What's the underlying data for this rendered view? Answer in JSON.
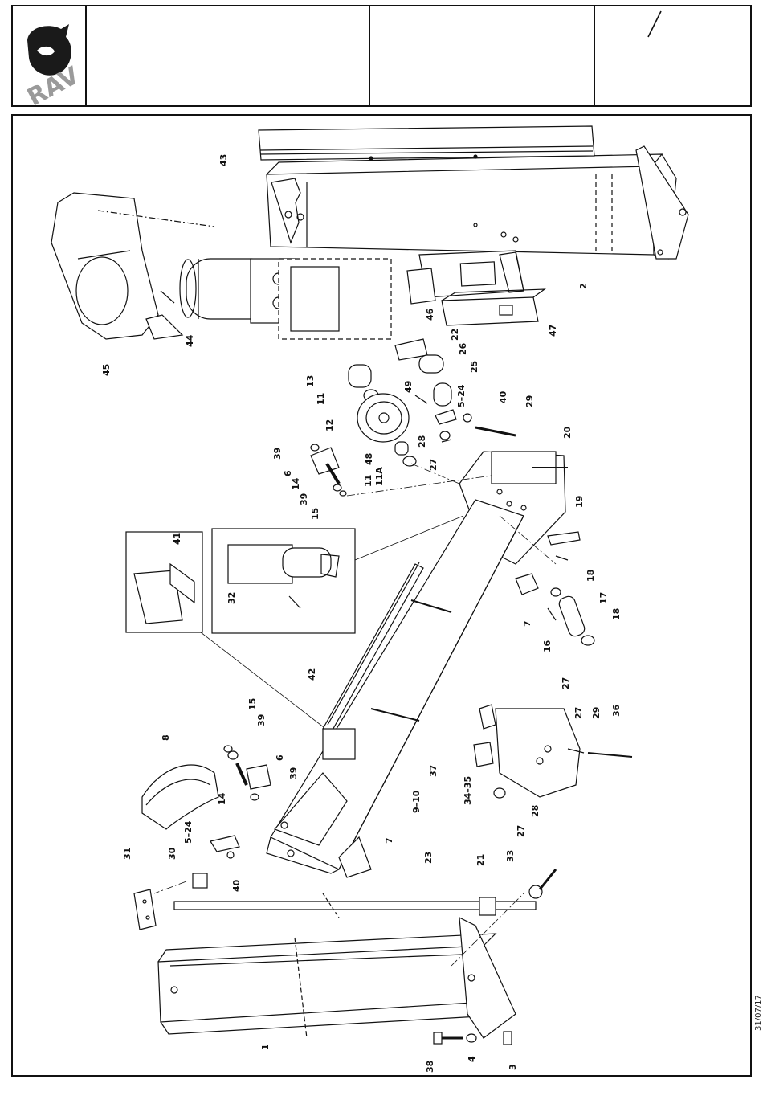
{
  "header": {
    "logo": {
      "text": "RAV",
      "icon": "rav-logo-icon"
    },
    "slash": "/"
  },
  "footer": {
    "date": "31/07/17"
  },
  "callouts": {
    "c1": "1",
    "c2": "2",
    "c3": "3",
    "c4": "4",
    "c5_24a": "5–24",
    "c5_24b": "5–24",
    "c6a": "6",
    "c6b": "6",
    "c7a": "7",
    "c7b": "7",
    "c8": "8",
    "c9_10": "9–10",
    "c11": "11",
    "c11b": "11",
    "c11a": "11A",
    "c12": "12",
    "c13": "13",
    "c14a": "14",
    "c14b": "14",
    "c15a": "15",
    "c15b": "15",
    "c16": "16",
    "c17": "17",
    "c18a": "18",
    "c18b": "18",
    "c19": "19",
    "c20": "20",
    "c21": "21",
    "c22": "22",
    "c23": "23",
    "c25": "25",
    "c26": "26",
    "c27a": "27",
    "c27b": "27",
    "c27c": "27",
    "c27d": "27",
    "c28a": "28",
    "c28b": "28",
    "c29a": "29",
    "c29b": "29",
    "c30": "30",
    "c31": "31",
    "c32": "32",
    "c33": "33",
    "c34_35": "34–35",
    "c36": "36",
    "c37": "37",
    "c38": "38",
    "c39a": "39",
    "c39b": "39",
    "c39c": "39",
    "c39d": "39",
    "c40a": "40",
    "c40b": "40",
    "c41": "41",
    "c42": "42",
    "c43": "43",
    "c44": "44",
    "c45": "45",
    "c46": "46",
    "c47": "47",
    "c48": "48",
    "c49": "49"
  }
}
